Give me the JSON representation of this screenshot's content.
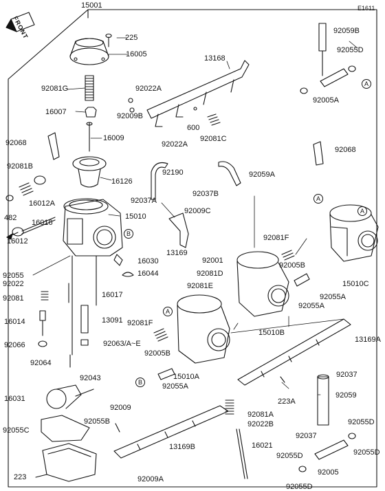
{
  "diagram": {
    "code": "E1611",
    "top_assembly": "15001",
    "direction_label": "FRONT",
    "parts": [
      "225",
      "16005",
      "13168",
      "92059B",
      "92055D",
      "92081G",
      "92022A",
      "92005A",
      "16007",
      "92009B",
      "600",
      "92081C",
      "92022A",
      "16009",
      "92068",
      "92068",
      "92081B",
      "16126",
      "92190",
      "92059A",
      "16012A",
      "92037B",
      "92037A",
      "92009C",
      "482",
      "15010",
      "16016",
      "16012",
      "13169",
      "92081F",
      "92001",
      "16030",
      "92005B",
      "92055",
      "92022",
      "16044",
      "92081D",
      "15010C",
      "92081E",
      "92081",
      "16017",
      "92055A",
      "92055A",
      "15010B",
      "16014",
      "13091",
      "92081F",
      "13169A",
      "92066",
      "92063/A~E",
      "92005B",
      "92064",
      "92055A",
      "15010A",
      "92043",
      "92037",
      "223A",
      "16031",
      "92009",
      "92059",
      "92055B",
      "92081A",
      "92055C",
      "92022B",
      "92037",
      "92055D",
      "13169B",
      "16021",
      "92055D",
      "92055D",
      "223",
      "92009A",
      "92005",
      "92055D"
    ],
    "reference_marks": [
      "B",
      "A",
      "A",
      "A",
      "B",
      "A"
    ]
  }
}
